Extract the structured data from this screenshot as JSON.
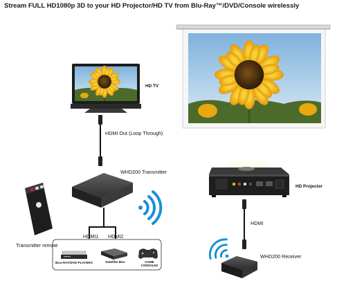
{
  "header": {
    "title": "Stream FULL HD1080p 3D to your HD Projector/HD TV from Blu-Ray™/DVD/Console wirelessly"
  },
  "labels": {
    "hd_tv": "HD TV",
    "hdmi_out": "HDMI Out (Loop Through)",
    "transmitter": "WHD200 Transmitter",
    "remote": "Transmitter remote",
    "hdmi1": "HDMI1",
    "hdmi2": "HDMI2",
    "projector": "HD Projector",
    "hdmi": "HDMI",
    "receiver": "WHD200 Receiver"
  },
  "sources": {
    "players": "BLU-RAY/DVD PLAYERS",
    "satellite": "Satellite Box",
    "consoles": "GAME CONSOLES"
  },
  "colors": {
    "wifi": "#1b8fd6",
    "sky": "#9fc6e4",
    "petal": "#f0b812",
    "seed": "#5a3a10"
  }
}
